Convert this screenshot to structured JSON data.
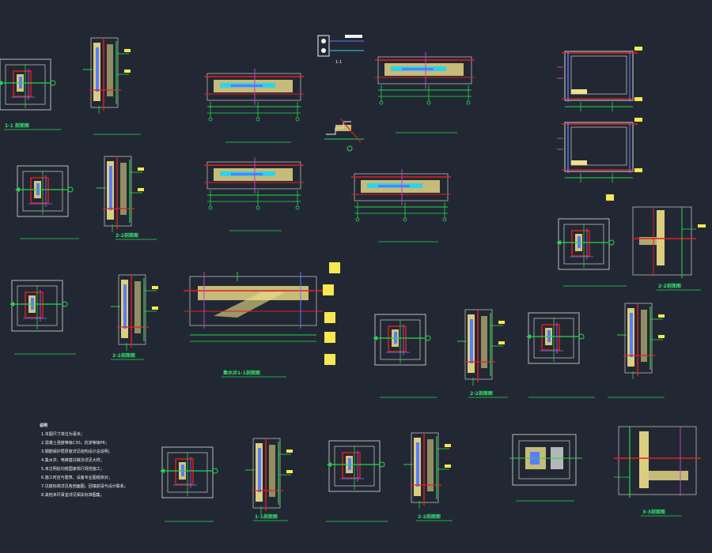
{
  "drawing": {
    "background": "#222833",
    "colors": {
      "outline": "#b8b8b8",
      "wall": "#f0e08a",
      "red": "#e22020",
      "green": "#22d84a",
      "cyan": "#2fd3e8",
      "blue": "#5a7cff",
      "magenta": "#c040c0",
      "yellow": "#f5e850",
      "white": "#f2f2f2"
    }
  },
  "section_labels": {
    "r1a": "1-1 剖面图",
    "r1c": "1-1",
    "r2b": "2-2剖面图",
    "r2f": "2-2剖面图",
    "r3b": "2-2剖面图",
    "r3c": "集水井1-1剖面图",
    "r4b": "2-2剖面图",
    "r5b": "1-1剖面图",
    "r5d": "2-2剖面图",
    "r5f": "3-3剖面图"
  },
  "notes": {
    "heading": "说明",
    "lines": [
      "1.本图尺寸单位为毫米；",
      "2.混凝土强度等级C30，抗渗等级P6；",
      "3.钢筋保护层厚度详见结构设计总说明；",
      "4.集水井、电梯基坑做法详见大样；",
      "5.未注明处均按国家现行规范施工；",
      "6.施工时应与建筑、设备专业图纸核对；",
      "7.坑底标高详见各剖面图，回填前请与设计联系；",
      "8.其他未尽事宜详见相关标准图集。"
    ]
  }
}
